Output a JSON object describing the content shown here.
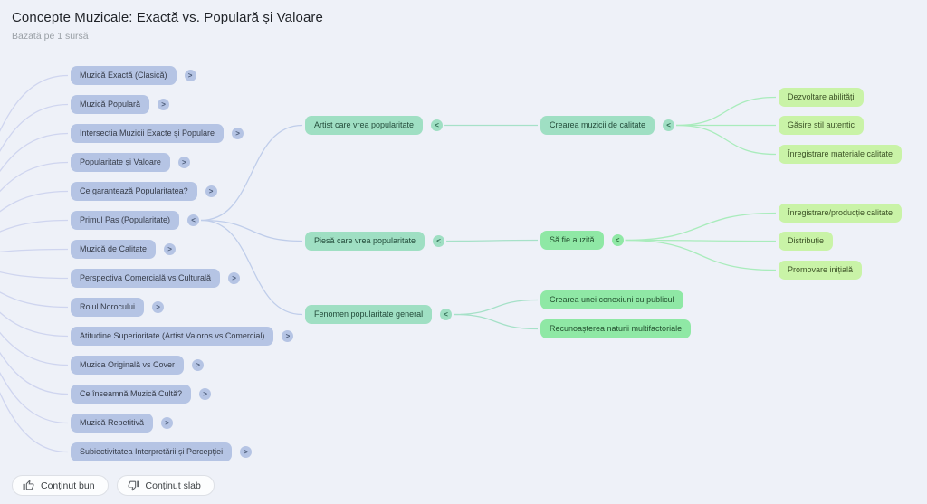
{
  "header": {
    "title": "Concepte Muzicale: Exactă vs. Populară și Valoare",
    "subtitle": "Bazată pe 1 sursă"
  },
  "footer": {
    "good_button": "Conținut bun",
    "bad_button": "Conținut slab"
  },
  "colors": {
    "background": "#eef1f8",
    "node_blue": "#b5c4e4",
    "node_mint": "#9fdfc3",
    "node_green": "#8fe8a5",
    "node_lime": "#c9f3a7",
    "edges": {
      "root": "#cfd5ef",
      "blue": "#bfcdea",
      "mint": "#a6e1c8",
      "green": "#a9ecbc"
    }
  },
  "mindmap": {
    "level1": [
      {
        "id": "n1",
        "label": "Muzică Exactă (Clasică)",
        "toggle": ">"
      },
      {
        "id": "n2",
        "label": "Muzică Populară",
        "toggle": ">"
      },
      {
        "id": "n3",
        "label": "Intersecția Muzicii Exacte și Populare",
        "toggle": ">"
      },
      {
        "id": "n4",
        "label": "Popularitate și Valoare",
        "toggle": ">"
      },
      {
        "id": "n5",
        "label": "Ce garantează Popularitatea?",
        "toggle": ">"
      },
      {
        "id": "n6",
        "label": "Primul Pas (Popularitate)",
        "toggle": "<"
      },
      {
        "id": "n7",
        "label": "Muzică de Calitate",
        "toggle": ">"
      },
      {
        "id": "n8",
        "label": "Perspectiva Comercială vs Culturală",
        "toggle": ">"
      },
      {
        "id": "n9",
        "label": "Rolul Norocului",
        "toggle": ">"
      },
      {
        "id": "n10",
        "label": "Atitudine Superioritate (Artist Valoros vs Comercial)",
        "toggle": ">"
      },
      {
        "id": "n11",
        "label": "Muzica Originală vs Cover",
        "toggle": ">"
      },
      {
        "id": "n12",
        "label": "Ce înseamnă Muzică Cultă?",
        "toggle": ">"
      },
      {
        "id": "n13",
        "label": "Muzică Repetitivă",
        "toggle": ">"
      },
      {
        "id": "n14",
        "label": "Subiectivitatea Interpretării și Percepției",
        "toggle": ">"
      }
    ],
    "level2": [
      {
        "id": "m1",
        "label": "Artist care vrea popularitate",
        "toggle": "<"
      },
      {
        "id": "m2",
        "label": "Piesă care vrea popularitate",
        "toggle": "<"
      },
      {
        "id": "m3",
        "label": "Fenomen popularitate general",
        "toggle": "<"
      }
    ],
    "level3": [
      {
        "id": "c1",
        "label": "Crearea muzicii de calitate",
        "toggle": "<"
      },
      {
        "id": "c2",
        "label": "Să fie auzită",
        "toggle": "<"
      },
      {
        "id": "c3",
        "label": "Crearea unei conexiuni cu publicul"
      },
      {
        "id": "c4",
        "label": "Recunoașterea naturii multifactoriale"
      }
    ],
    "level4": [
      {
        "id": "d1",
        "label": "Dezvoltare abilități"
      },
      {
        "id": "d2",
        "label": "Găsire stil autentic"
      },
      {
        "id": "d3",
        "label": "Înregistrare materiale calitate"
      },
      {
        "id": "d4",
        "label": "Înregistrare/producție calitate"
      },
      {
        "id": "d5",
        "label": "Distribuție"
      },
      {
        "id": "d6",
        "label": "Promovare inițială"
      }
    ],
    "edges": [
      {
        "from": "root",
        "to": "n1",
        "c": "root"
      },
      {
        "from": "root",
        "to": "n2",
        "c": "root"
      },
      {
        "from": "root",
        "to": "n3",
        "c": "root"
      },
      {
        "from": "root",
        "to": "n4",
        "c": "root"
      },
      {
        "from": "root",
        "to": "n5",
        "c": "root"
      },
      {
        "from": "root",
        "to": "n6",
        "c": "root"
      },
      {
        "from": "root",
        "to": "n7",
        "c": "root"
      },
      {
        "from": "root",
        "to": "n8",
        "c": "root"
      },
      {
        "from": "root",
        "to": "n9",
        "c": "root"
      },
      {
        "from": "root",
        "to": "n10",
        "c": "root"
      },
      {
        "from": "root",
        "to": "n11",
        "c": "root"
      },
      {
        "from": "root",
        "to": "n12",
        "c": "root"
      },
      {
        "from": "root",
        "to": "n13",
        "c": "root"
      },
      {
        "from": "root",
        "to": "n14",
        "c": "root"
      },
      {
        "from": "n6",
        "to": "m1",
        "c": "blue"
      },
      {
        "from": "n6",
        "to": "m2",
        "c": "blue"
      },
      {
        "from": "n6",
        "to": "m3",
        "c": "blue"
      },
      {
        "from": "m1",
        "to": "c1",
        "c": "mint"
      },
      {
        "from": "m2",
        "to": "c2",
        "c": "mint"
      },
      {
        "from": "m3",
        "to": "c3",
        "c": "mint"
      },
      {
        "from": "m3",
        "to": "c4",
        "c": "mint"
      },
      {
        "from": "c1",
        "to": "d1",
        "c": "green"
      },
      {
        "from": "c1",
        "to": "d2",
        "c": "green"
      },
      {
        "from": "c1",
        "to": "d3",
        "c": "green"
      },
      {
        "from": "c2",
        "to": "d4",
        "c": "green"
      },
      {
        "from": "c2",
        "to": "d5",
        "c": "green"
      },
      {
        "from": "c2",
        "to": "d6",
        "c": "green"
      }
    ]
  }
}
